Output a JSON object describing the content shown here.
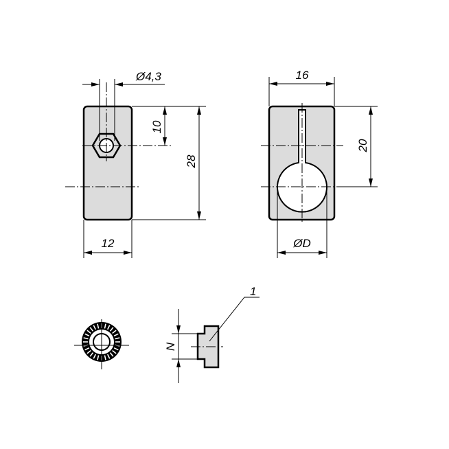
{
  "labels": {
    "hole_diameter": "Ø4,3",
    "hole_offset": "10",
    "height_left": "28",
    "width_left": "12",
    "width_right": "16",
    "bore_offset": "20",
    "bore_diameter": "ØD",
    "nut_height": "N",
    "item_number": "1"
  },
  "colors": {
    "part_fill": "#dcdcdc",
    "line": "#000000"
  }
}
